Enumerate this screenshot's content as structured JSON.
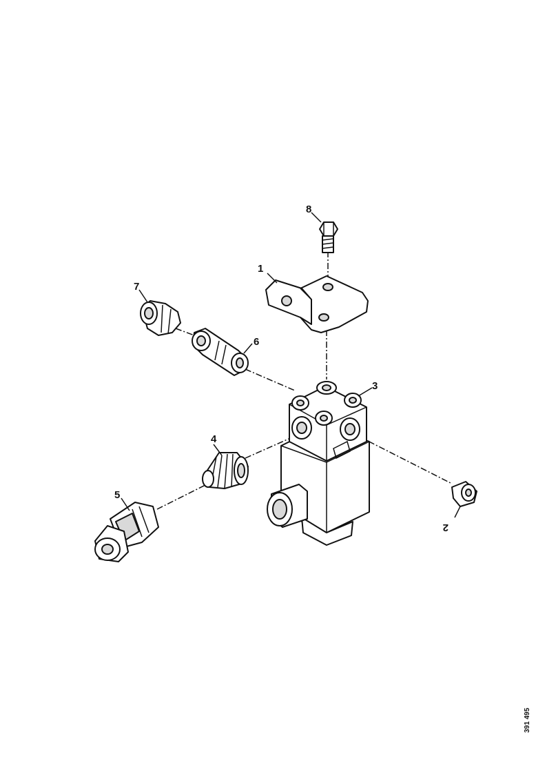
{
  "callouts": {
    "c1": "1",
    "c2": "2",
    "c3": "3",
    "c4": "4",
    "c5": "5",
    "c6": "6",
    "c7": "7",
    "c8": "8"
  },
  "drawing_number": "391 495"
}
